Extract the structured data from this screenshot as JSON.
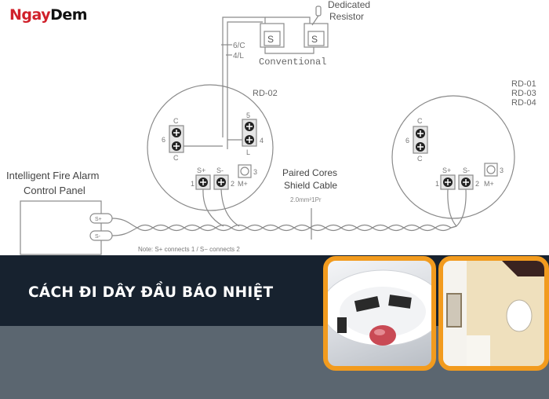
{
  "logo": {
    "part1": "Ngay",
    "part2": "Dem"
  },
  "diagram": {
    "resistor_label_line1": "Dedicated",
    "resistor_label_line2": "Resistor",
    "conventional_label": "Conventional",
    "terminal_s": "S",
    "wire_6c": "6/C",
    "wire_4l": "4/L",
    "detector_a_model": "RD-02",
    "detector_b_models": [
      "RD-01",
      "RD-03",
      "RD-04"
    ],
    "terminals": {
      "c": "C",
      "six": "6",
      "five": "5",
      "four": "4",
      "l": "L",
      "s_plus": "S+",
      "s_minus": "S-",
      "one": "1",
      "two": "2",
      "three": "3",
      "m_plus": "M+"
    },
    "panel_label_line1": "Intelligent Fire Alarm",
    "panel_label_line2": "Control Panel",
    "panel_s_plus": "S+",
    "panel_s_minus": "S-",
    "cable_label_line1": "Paired Cores",
    "cable_label_line2": "Shield Cable",
    "cable_spec": "2.0mm²1Pr",
    "note": "Note: S+ connects 1 / S− connects 2"
  },
  "banner": {
    "title": "CÁCH ĐI DÂY ĐẦU BÁO NHIỆT"
  },
  "photos": [
    {
      "alt": "Heat detector close-up"
    },
    {
      "alt": "Heat detector mounted on wall"
    }
  ],
  "colors": {
    "banner": "#17222f",
    "bottom": "#5b6670",
    "accent_orange": "#f29b1e",
    "logo_red": "#d0202a"
  }
}
